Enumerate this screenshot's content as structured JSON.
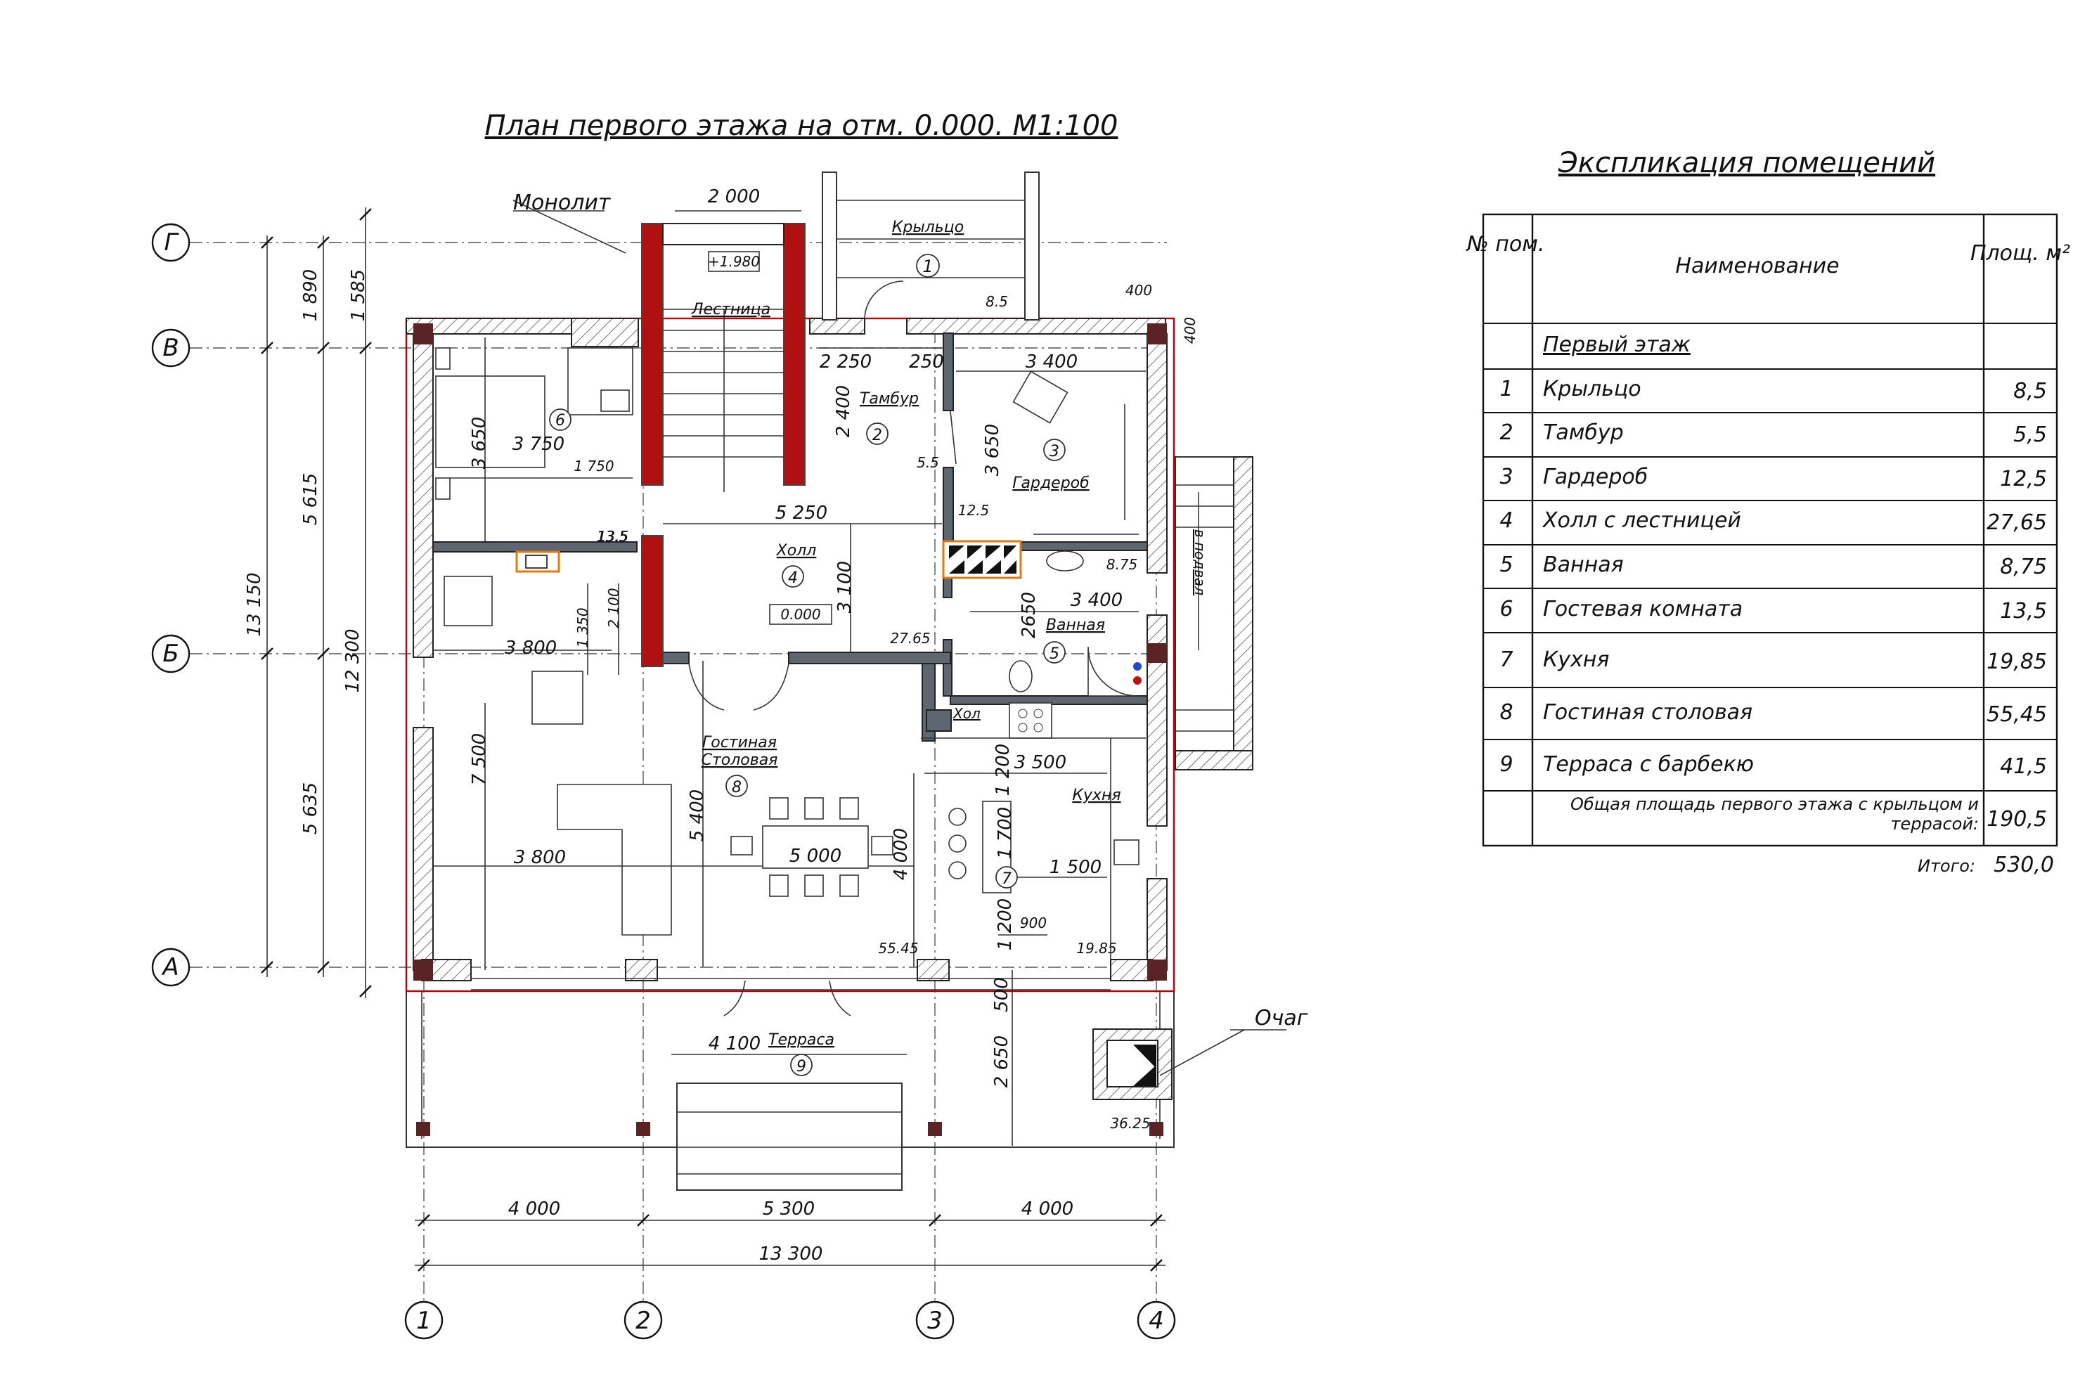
{
  "plan": {
    "title": "План первого этажа на отм. 0.000. М1:100",
    "callouts": {
      "monolith": "Монолит",
      "hearth": "Очаг"
    },
    "axes": {
      "rows": [
        "Г",
        "В",
        "Б",
        "А"
      ],
      "cols": [
        "1",
        "2",
        "3",
        "4"
      ]
    },
    "dimensions": {
      "left": [
        "1 585",
        "1 890",
        "5 615",
        "5 635",
        "13 150",
        "12 300"
      ],
      "bottom": [
        "4 000",
        "5 300",
        "4 000",
        "13 300"
      ],
      "top_stair": "2 000",
      "top_corner": [
        "400",
        "400"
      ],
      "interior": [
        "3 650",
        "3 750",
        "1 750",
        "13.5",
        "3 800",
        "1 350",
        "2 100",
        "7 500",
        "3 800",
        "2 250",
        "250",
        "2 400",
        "5.5",
        "5 250",
        "3 100",
        "27.65",
        "5 400",
        "5 000",
        "4 000",
        "3 400",
        "3 650",
        "12.5",
        "8.75",
        "2650",
        "3 400",
        "1 200",
        "3 500",
        "1 700",
        "1 500",
        "1 200",
        "900",
        "19.85",
        "55.45",
        "2 650",
        "500",
        "4 100",
        "36.25",
        "8.5"
      ]
    },
    "rooms": [
      {
        "no": "1",
        "label": "Крыльцо"
      },
      {
        "no": "2",
        "label": "Тамбур"
      },
      {
        "no": "3",
        "label": "Гардероб"
      },
      {
        "no": "4",
        "label": "Холл"
      },
      {
        "no": "5",
        "label": "Ванная"
      },
      {
        "no": "6",
        "label": ""
      },
      {
        "no": "7",
        "label": "Кухня"
      },
      {
        "no": "8",
        "label": "Гостиная Столовая"
      },
      {
        "no": "9",
        "label": "Терраса"
      }
    ],
    "labels": {
      "stair": "Лестница",
      "stair_mark": "+1.980",
      "hall_mark": "0.000",
      "basement": "в подвал",
      "kitchen_hall_link": "Хол",
      "living_line1": "Гостиная",
      "living_line2": "Столовая"
    },
    "colors": {
      "monolith": "#b01010",
      "outline": "#c00000",
      "wall": "#5e6670",
      "fireplace": "#e07a10"
    }
  },
  "explication": {
    "title": "Экспликация помещений",
    "headers": {
      "no": "№ пом.",
      "name": "Наименование",
      "area": "Площ. м²"
    },
    "section": "Первый этаж",
    "rows": [
      {
        "no": "1",
        "name": "Крыльцо",
        "area": "8,5"
      },
      {
        "no": "2",
        "name": "Тамбур",
        "area": "5,5"
      },
      {
        "no": "3",
        "name": "Гардероб",
        "area": "12,5"
      },
      {
        "no": "4",
        "name": "Холл с лестницей",
        "area": "27,65"
      },
      {
        "no": "5",
        "name": "Ванная",
        "area": "8,75"
      },
      {
        "no": "6",
        "name": "Гостевая комната",
        "area": "13,5"
      },
      {
        "no": "7",
        "name": "Кухня",
        "area": "19,85"
      },
      {
        "no": "8",
        "name": "Гостиная столовая",
        "area": "55,45"
      },
      {
        "no": "9",
        "name": "Терраса с барбекю",
        "area": "41,5"
      }
    ],
    "total_note": "Общая площадь первого этажа с крыльцом и террасой:",
    "total_area": "190,5",
    "grand_label": "Итого:",
    "grand_total": "530,0"
  }
}
